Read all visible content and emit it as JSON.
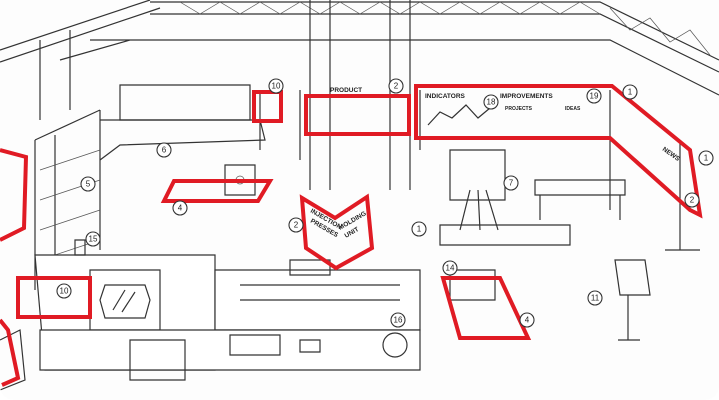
{
  "accent_color": "#e01b24",
  "signs": {
    "product": "PRODUCT",
    "indicators": "INDICATORS",
    "improvements": "IMPROVEMENTS",
    "projects": "PROJECTS",
    "ideas": "IDEAS",
    "news": "NEWS",
    "injection_presses_1": "INJECTION",
    "injection_presses_2": "PRESSES",
    "molding_unit_1": "MOLDING",
    "molding_unit_2": "UNIT"
  },
  "markers": [
    "10",
    "2",
    "18",
    "19",
    "1",
    "6",
    "5",
    "4",
    "7",
    "2",
    "1",
    "15",
    "10",
    "14",
    "4",
    "11",
    "16",
    "2",
    "1"
  ]
}
